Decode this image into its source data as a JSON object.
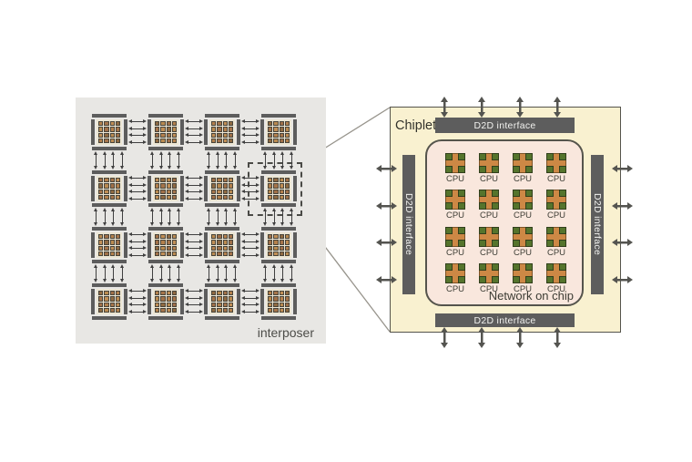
{
  "figure": {
    "left_panel": {
      "label": "interposer",
      "chiplet_grid": {
        "rows": 4,
        "cols": 4
      },
      "cores_per_chiplet": {
        "rows": 4,
        "cols": 4
      },
      "arrows_per_link": 4
    },
    "right_panel": {
      "title": "Chiplet",
      "d2d_label": "D2D interface",
      "cpu_label": "CPU",
      "noc_label": "Network on chip",
      "cpu_grid": {
        "rows": 4,
        "cols": 4
      },
      "arrows_per_side": 4
    },
    "colors": {
      "interposer_bg": "#e8e7e4",
      "chiplet_bg": "#f9f1d0",
      "noc_bg": "#f9e7dd",
      "d2d_bar": "#5d5d5d",
      "cpu_core": "#cd8845",
      "cpu_pad": "#55742c",
      "arrow": "#545450"
    }
  }
}
